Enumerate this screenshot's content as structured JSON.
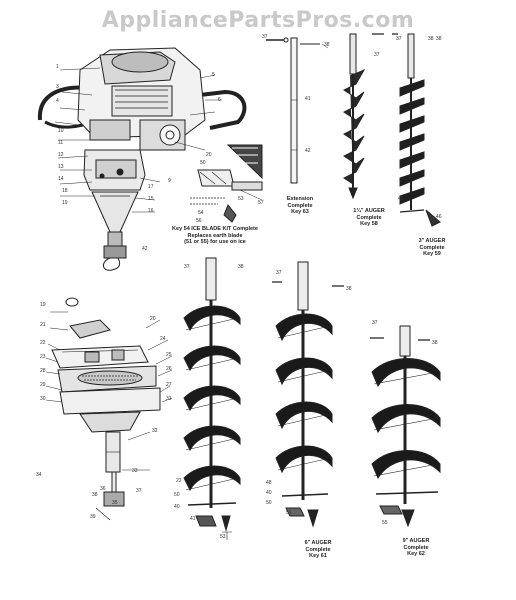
{
  "watermark": "AppliancePartsPros.com",
  "captions": {
    "extension": {
      "line1": "Extension",
      "line2": "Complete",
      "line3": "Key 63"
    },
    "auger_1_3_4": {
      "line1": "1¾\" AUGER",
      "line2": "Complete",
      "line3": "Key 58"
    },
    "auger_3": {
      "line1": "3\" AUGER",
      "line2": "Complete",
      "line3": "Key 59"
    },
    "ice_kit": {
      "line1": "Key 54 ICE BLADE KIT Complete",
      "line2": "Replaces earth blade",
      "line3": "(51 or 55) for use on ice"
    },
    "auger_6": {
      "line1": "6\" AUGER",
      "line2": "Complete",
      "line3": "Key 61"
    },
    "auger_9": {
      "line1": "9\" AUGER",
      "line2": "Complete",
      "line3": "Key 62"
    }
  },
  "callouts": {
    "engine": [
      "1",
      "3",
      "4",
      "5",
      "6",
      "9",
      "10",
      "11",
      "12",
      "13",
      "14",
      "15",
      "16",
      "17",
      "18",
      "19",
      "20",
      "42"
    ],
    "gearbox": [
      "19",
      "20",
      "21",
      "22",
      "23",
      "24",
      "25",
      "26",
      "27",
      "28",
      "29",
      "30",
      "31",
      "32",
      "33",
      "34",
      "35",
      "36",
      "37",
      "38",
      "39"
    ],
    "top_row": [
      "37",
      "38",
      "41",
      "42",
      "37",
      "38",
      "37",
      "38",
      "45",
      "46",
      "50",
      "53",
      "54",
      "56",
      "57"
    ],
    "augers": [
      "37",
      "38",
      "37",
      "38",
      "37",
      "38",
      "22",
      "50",
      "40",
      "41",
      "53",
      "51",
      "55",
      "48",
      "40",
      "50"
    ]
  }
}
